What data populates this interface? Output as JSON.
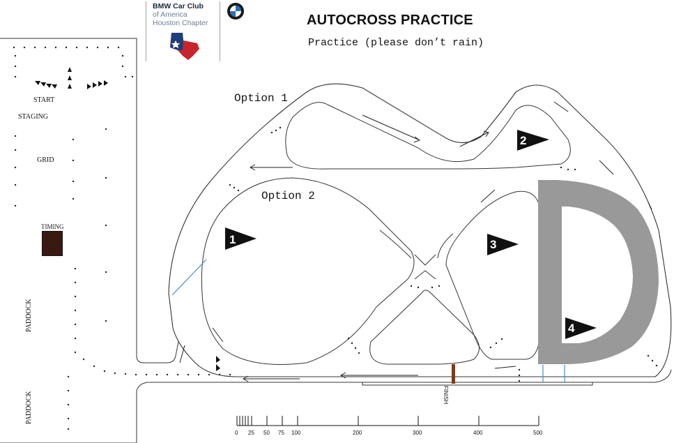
{
  "header": {
    "club_line1": "BMW Car Club",
    "club_line2": "of America",
    "club_line3": "Houston Chapter",
    "title": "AUTOCROSS PRACTICE",
    "subtitle": "Practice (please don’t rain)"
  },
  "labels": {
    "option1": "Option 1",
    "option2": "Option 2",
    "start": "START",
    "staging": "STAGING",
    "grid": "GRID",
    "timing": "TIMING",
    "paddock1": "PADDOCK",
    "paddock2": "PADDOCK",
    "finish": "FINISH"
  },
  "flags": [
    {
      "number": "1"
    },
    {
      "number": "2"
    },
    {
      "number": "3"
    },
    {
      "number": "4"
    }
  ],
  "scale": {
    "ticks": [
      "0",
      "25",
      "50",
      "75",
      "100",
      "200",
      "300",
      "400",
      "500"
    ]
  },
  "colors": {
    "pad_gray": "#999999",
    "timing_box": "#3a1a10",
    "finish_line": "#7a3b1e",
    "marker_blue": "#4a8fc8",
    "flag": "#111111"
  }
}
